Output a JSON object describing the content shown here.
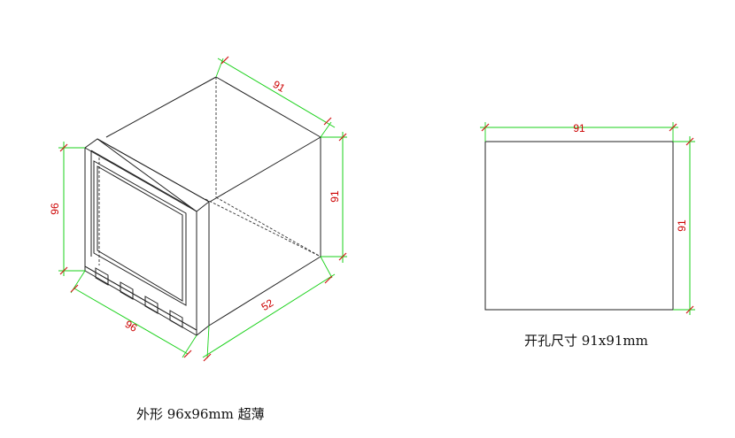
{
  "isometric_view": {
    "dims": {
      "width": "96",
      "height": "96",
      "depth": "52",
      "top_edge": "91",
      "side_height": "91"
    },
    "caption": "外形 96x96mm 超薄"
  },
  "cutout_view": {
    "dims": {
      "width": "91",
      "height": "91"
    },
    "caption": "开孔尺寸 91x91mm"
  },
  "colors": {
    "outline": "#222222",
    "dimension_line": "#19d119",
    "dimension_text": "#cc0000"
  }
}
